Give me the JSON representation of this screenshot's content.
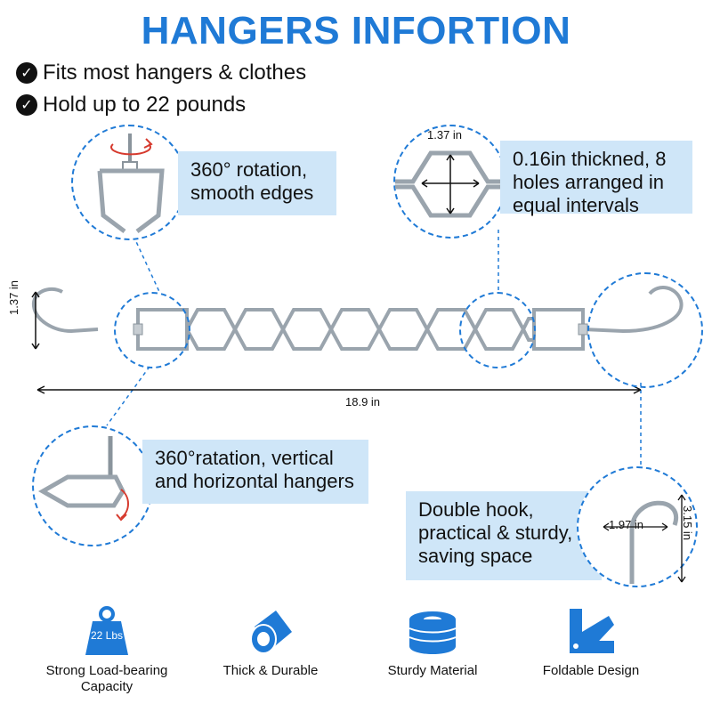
{
  "header": {
    "title": "HANGERS INFORTION"
  },
  "bullets": [
    {
      "text": "Fits most hangers & clothes"
    },
    {
      "text": "Hold up to 22 pounds"
    }
  ],
  "callouts": {
    "rotation_top": "360° rotation, smooth edges",
    "thickness": "0.16in thickned, 8 holes arranged in equal intervals",
    "rotation_bottom": "360°ratation, vertical and horizontal hangers",
    "double_hook": "Double hook, practical & sturdy, saving space"
  },
  "dimensions": {
    "hole_width": "1.37 in",
    "height": "1.37 in",
    "length": "18.9 in",
    "hook_width": "1.97 in",
    "hook_height": "3.15 in"
  },
  "features": [
    {
      "label": "Strong Load-bearing Capacity",
      "icon": "weight-icon",
      "icon_text": "22 Lbs"
    },
    {
      "label": "Thick & Durable",
      "icon": "tube-icon"
    },
    {
      "label": "Sturdy Material",
      "icon": "wire-coil-icon"
    },
    {
      "label": "Foldable Design",
      "icon": "foldable-icon"
    }
  ],
  "colors": {
    "accent": "#1f7ad6",
    "callout_bg": "#cfe6f8",
    "metal": "#9aa4ad",
    "arrow": "#d63a2e"
  }
}
